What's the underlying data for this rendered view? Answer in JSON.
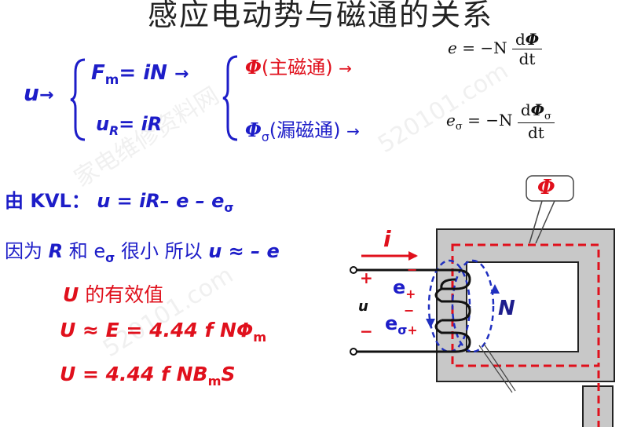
{
  "title": "感应电动势与磁通的关系",
  "left_var": "u",
  "branch_top": {
    "F": "F",
    "F_sub": "m",
    "eq": "= iN"
  },
  "branch_bottom": {
    "u": "u",
    "u_sub": "R",
    "eq": "= iR"
  },
  "flux_main": {
    "symbol": "Φ",
    "label": "(主磁通)"
  },
  "flux_leak": {
    "symbol": "Φ",
    "sub": "σ",
    "label": "(漏磁通)"
  },
  "eq1": {
    "lhs": "e",
    "mid": " = −N",
    "num_d": "d",
    "num_var": "Φ",
    "den": "dt"
  },
  "eq2": {
    "lhs": "e",
    "lhs_sub": "σ",
    "mid": " = −N",
    "num_d": "d",
    "num_var": "Φ",
    "num_sub": "σ",
    "den": "dt"
  },
  "kvl": {
    "prefix": "由 KVL：",
    "expr": "u = iR– e – e",
    "expr_sub": "σ"
  },
  "because": {
    "t1": "因为 ",
    "R": "R",
    "t2": " 和 e",
    "sub": "σ",
    "t3": " 很小 所以 ",
    "res": "u ≈ – e"
  },
  "rms": {
    "U": "U",
    "text": " 的有效值"
  },
  "formula1": {
    "text": "U ≈ E = 4.44 f NΦ",
    "sub": "m"
  },
  "formula2": {
    "text": "U = 4.44 f NB",
    "sub": "m",
    "tail": "S"
  },
  "diagram": {
    "phi_label": "Φ",
    "i_label": "i",
    "u_label": "u",
    "plus": "+",
    "minus": "−",
    "e_plus_e": "e",
    "e_plus_sign": "+",
    "e_minus": "−",
    "e_sigma_e": "e",
    "e_sigma_sub": "σ",
    "e_sigma_sign": "+",
    "e_sigma_minus": "−",
    "N_label": "N"
  },
  "colors": {
    "blue": "#1d1dc8",
    "red": "#e0101c",
    "core": "#c8c8c8",
    "flux_dash": "#e0101c",
    "leak_dash": "#2030c0"
  }
}
